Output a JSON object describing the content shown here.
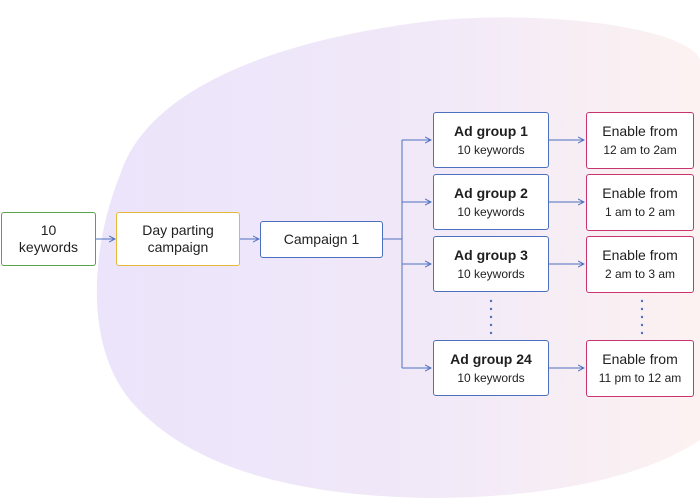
{
  "colors": {
    "green": "#5aa34a",
    "yellow": "#e6b83a",
    "blue": "#4d6fc0",
    "pink": "#c7346e",
    "arrow": "#4d6fc0",
    "blob_left": "#ebe4fb",
    "blob_right": "#fbf0f2"
  },
  "source": {
    "line1": "10",
    "line2": "keywords"
  },
  "daypart": {
    "line1": "Day parting",
    "line2": "campaign"
  },
  "campaign": {
    "label": "Campaign 1"
  },
  "ad_groups": [
    {
      "title": "Ad group 1",
      "sub": "10 keywords"
    },
    {
      "title": "Ad group 2",
      "sub": "10 keywords"
    },
    {
      "title": "Ad group 3",
      "sub": "10 keywords"
    },
    {
      "title": "Ad group 24",
      "sub": "10 keywords"
    }
  ],
  "schedules": [
    {
      "title": "Enable from",
      "sub": "12 am to 2am"
    },
    {
      "title": "Enable from",
      "sub": "1 am to 2 am"
    },
    {
      "title": "Enable from",
      "sub": "2 am to 3 am"
    },
    {
      "title": "Enable from",
      "sub": "11 pm to 12 am"
    }
  ]
}
